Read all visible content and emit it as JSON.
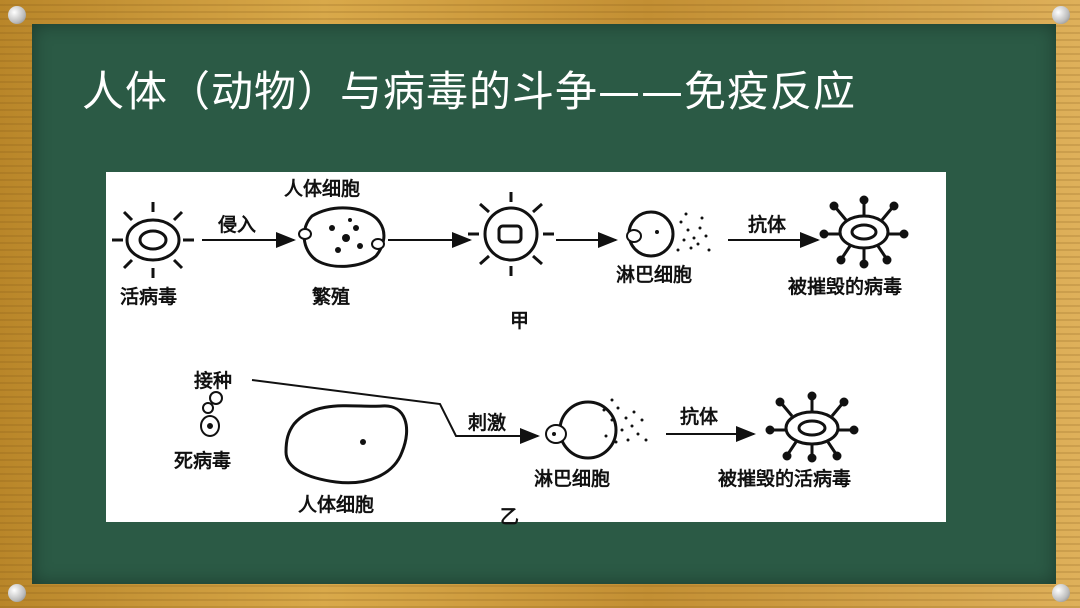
{
  "slide": {
    "title": "人体（动物）与病毒的斗争——免疫反应"
  },
  "diagram": {
    "top_row": {
      "live_virus": "活病毒",
      "invade": "侵入",
      "human_cell": "人体细胞",
      "multiply": "繁殖",
      "label_jia": "甲",
      "lymphocyte": "淋巴细胞",
      "antibody": "抗体",
      "destroyed_virus": "被摧毁的病毒"
    },
    "bottom_row": {
      "inoculate": "接种",
      "dead_virus": "死病毒",
      "human_cell": "人体细胞",
      "stimulate": "刺激",
      "lymphocyte": "淋巴细胞",
      "antibody": "抗体",
      "destroyed_live_virus": "被摧毁的活病毒",
      "label_yi": "乙"
    }
  }
}
